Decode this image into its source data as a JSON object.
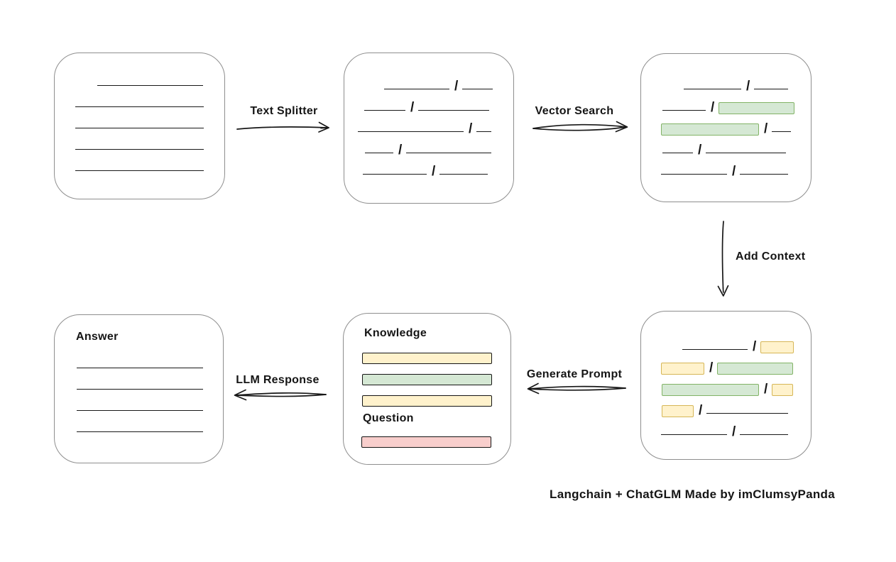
{
  "caption": "Langchain + ChatGLM Made by imClumsyPanda",
  "colors": {
    "green_fill": "#d5e8d4",
    "green_stroke": "#82b366",
    "yellow_fill": "#fff2cc",
    "yellow_stroke": "#d6b656",
    "red_fill": "#f8cecc",
    "red_stroke": "#b85450",
    "line": "#171717",
    "box_border": "#8e8e8e"
  },
  "arrows": {
    "text_splitter": {
      "label": "Text Splitter"
    },
    "vector_search": {
      "label": "Vector Search"
    },
    "add_context": {
      "label": "Add Context"
    },
    "generate_prompt": {
      "label": "Generate Prompt"
    },
    "llm_response": {
      "label": "LLM Response"
    }
  },
  "boxes": {
    "document": {
      "rows": [
        {
          "indent": 60,
          "segs": [
            {
              "t": "line",
              "w": 149
            }
          ]
        },
        {
          "indent": 29,
          "segs": [
            {
              "t": "line",
              "w": 181
            }
          ]
        },
        {
          "indent": 29,
          "segs": [
            {
              "t": "line",
              "w": 181
            }
          ]
        },
        {
          "indent": 29,
          "segs": [
            {
              "t": "line",
              "w": 181
            }
          ]
        },
        {
          "indent": 29,
          "segs": [
            {
              "t": "line",
              "w": 181
            }
          ]
        }
      ]
    },
    "split_text": {
      "rows": [
        {
          "indent": 56,
          "segs": [
            {
              "t": "line",
              "w": 92
            },
            {
              "t": "slash"
            },
            {
              "t": "line",
              "w": 43
            }
          ]
        },
        {
          "indent": 28,
          "segs": [
            {
              "t": "line",
              "w": 58
            },
            {
              "t": "slash"
            },
            {
              "t": "line",
              "w": 100
            }
          ]
        },
        {
          "indent": 19,
          "segs": [
            {
              "t": "line",
              "w": 149
            },
            {
              "t": "slash"
            },
            {
              "t": "line",
              "w": 21
            }
          ]
        },
        {
          "indent": 29,
          "segs": [
            {
              "t": "line",
              "w": 40
            },
            {
              "t": "slash"
            },
            {
              "t": "line",
              "w": 120
            }
          ]
        },
        {
          "indent": 26,
          "segs": [
            {
              "t": "line",
              "w": 90
            },
            {
              "t": "slash"
            },
            {
              "t": "line",
              "w": 68
            }
          ]
        }
      ]
    },
    "vector_matches": {
      "rows": [
        {
          "indent": 60,
          "segs": [
            {
              "t": "line",
              "w": 81
            },
            {
              "t": "slash"
            },
            {
              "t": "line",
              "w": 48
            }
          ]
        },
        {
          "indent": 30,
          "segs": [
            {
              "t": "line",
              "w": 61
            },
            {
              "t": "slash"
            },
            {
              "t": "rect",
              "c": "green",
              "w": 107
            }
          ]
        },
        {
          "indent": 28,
          "segs": [
            {
              "t": "rect",
              "c": "green",
              "w": 138
            },
            {
              "t": "slash"
            },
            {
              "t": "line",
              "w": 27
            }
          ]
        },
        {
          "indent": 30,
          "segs": [
            {
              "t": "line",
              "w": 43
            },
            {
              "t": "slash"
            },
            {
              "t": "line",
              "w": 113
            }
          ]
        },
        {
          "indent": 28,
          "segs": [
            {
              "t": "line",
              "w": 93
            },
            {
              "t": "slash"
            },
            {
              "t": "line",
              "w": 68
            }
          ]
        }
      ]
    },
    "context": {
      "rows": [
        {
          "indent": 58,
          "segs": [
            {
              "t": "line",
              "w": 92
            },
            {
              "t": "slash"
            },
            {
              "t": "rect",
              "c": "yellow",
              "w": 47
            }
          ]
        },
        {
          "indent": 28,
          "segs": [
            {
              "t": "rect",
              "c": "yellow",
              "w": 61
            },
            {
              "t": "slash"
            },
            {
              "t": "rect",
              "c": "green",
              "w": 107
            }
          ]
        },
        {
          "indent": 29,
          "segs": [
            {
              "t": "rect",
              "c": "green",
              "w": 137
            },
            {
              "t": "slash"
            },
            {
              "t": "rect",
              "c": "yellow",
              "w": 30
            }
          ]
        },
        {
          "indent": 29,
          "segs": [
            {
              "t": "rect",
              "c": "yellow",
              "w": 45
            },
            {
              "t": "slash"
            },
            {
              "t": "line",
              "w": 115
            }
          ]
        },
        {
          "indent": 28,
          "segs": [
            {
              "t": "line",
              "w": 93
            },
            {
              "t": "slash"
            },
            {
              "t": "line",
              "w": 68
            }
          ]
        }
      ]
    },
    "prompt": {
      "knowledge_label": "Knowledge",
      "question_label": "Question",
      "knowledge_bars": [
        {
          "c": "yellow",
          "w": 183
        },
        {
          "c": "green",
          "w": 183
        },
        {
          "c": "yellow",
          "w": 183
        }
      ],
      "question_bars": [
        {
          "c": "red",
          "w": 183
        }
      ]
    },
    "answer": {
      "label": "Answer",
      "rows": [
        {
          "indent": 31,
          "segs": [
            {
              "t": "line",
              "w": 178
            }
          ]
        },
        {
          "indent": 31,
          "segs": [
            {
              "t": "line",
              "w": 178
            }
          ]
        },
        {
          "indent": 31,
          "segs": [
            {
              "t": "line",
              "w": 178
            }
          ]
        },
        {
          "indent": 31,
          "segs": [
            {
              "t": "line",
              "w": 178
            }
          ]
        }
      ]
    }
  }
}
